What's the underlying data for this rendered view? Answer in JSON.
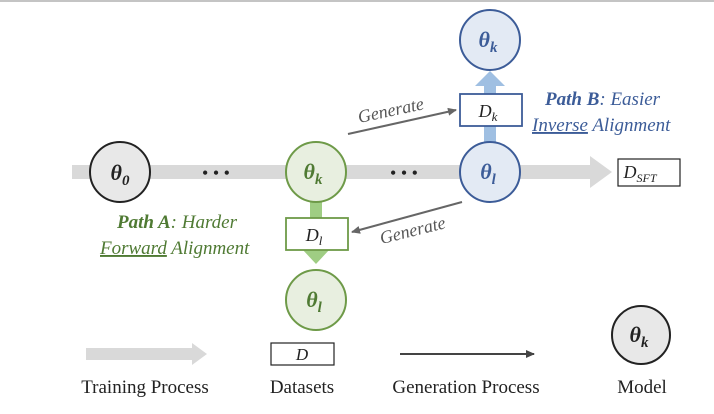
{
  "colors": {
    "green": "#6e9a48",
    "green_dark": "#4f7a33",
    "green_fill": "#e8efe0",
    "green_arrow": "#9fcd83",
    "blue": "#3c5c98",
    "blue_fill": "#e3eaf4",
    "blue_arrow": "#9fbfe2",
    "gray_fill": "#e8e8e8",
    "gray_bar": "#d9d9d9",
    "dark": "#222222",
    "arrow_gray": "#666666"
  },
  "nodes": {
    "theta_0": {
      "base": "θ",
      "sub": "0"
    },
    "theta_k_main": {
      "base": "θ",
      "sub": "k"
    },
    "theta_l_main": {
      "base": "θ",
      "sub": "l"
    },
    "theta_k_top": {
      "base": "θ",
      "sub": "k"
    },
    "theta_l_bottom": {
      "base": "θ",
      "sub": "l"
    }
  },
  "ellipsis_left": "• • •",
  "ellipsis_right": "• • •",
  "datasets": {
    "d_k": {
      "base": "D",
      "sub": "k"
    },
    "d_l": {
      "base": "D",
      "sub": "l"
    },
    "d_sft": {
      "base": "D",
      "sub": "SFT"
    }
  },
  "generate_top": "Generate",
  "generate_bottom": "Generate",
  "path_b": {
    "name": "Path B",
    "rest": ": Easier",
    "line2_underlined": "Inverse",
    "line2_rest": " Alignment"
  },
  "path_a": {
    "name": "Path A",
    "rest": ": Harder",
    "line2_underlined": "Forward",
    "line2_rest": " Alignment"
  },
  "legend": {
    "training": "Training Process",
    "datasets": "Datasets",
    "dataset_symbol": "D",
    "generation": "Generation Process",
    "model": "Model",
    "model_symbol": {
      "base": "θ",
      "sub": "k"
    }
  }
}
